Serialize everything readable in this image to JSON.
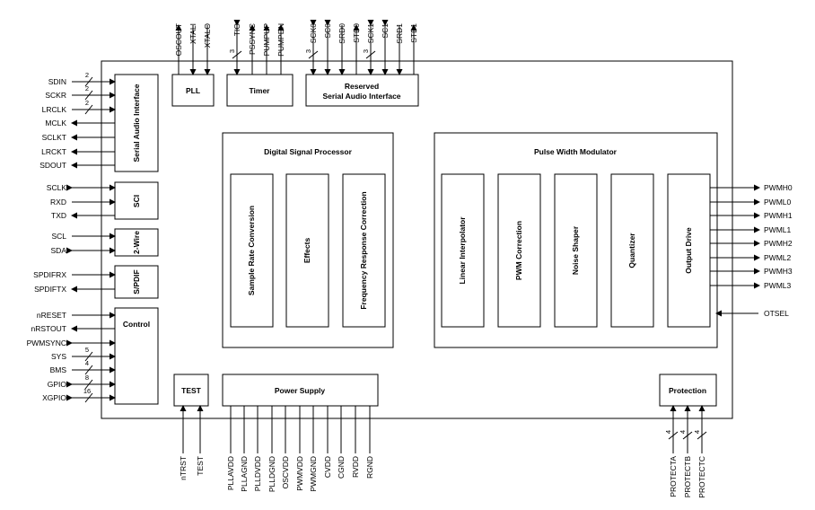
{
  "chip": {
    "pll": "PLL",
    "timer": "Timer",
    "reserved": [
      "Reserved",
      "Serial Audio Interface"
    ],
    "sai": "Serial Audio Interface",
    "sci": "SCI",
    "twowire": "2-Wire",
    "spdif": "S/PDIF",
    "control": "Control",
    "test": "TEST",
    "power": "Power Supply",
    "protection": "Protection",
    "dsp": {
      "title": "Digital Signal Processor",
      "blocks": [
        "Sample Rate Conversion",
        "Effects",
        "Frequency Response Correction"
      ]
    },
    "pwm": {
      "title": "Pulse Width Modulator",
      "blocks": [
        "Linear Interpolator",
        "PWM Correction",
        "Noise Shaper",
        "Quantizer",
        "Output Drive"
      ]
    }
  },
  "pins": {
    "top_pll": [
      "OSCOUT",
      "XTALI",
      "XTALO"
    ],
    "top_timer": [
      "TIO",
      "PSSYNC",
      "PUMPUP",
      "PUMPDN"
    ],
    "top_reserved": [
      "SCK0",
      "SC0",
      "SRD0",
      "STD0",
      "SCK1",
      "SC1",
      "SRD1",
      "STD1"
    ],
    "left_sai": [
      "SDIN",
      "SCKR",
      "LRCLK",
      "MCLK",
      "SCLKT",
      "LRCKT",
      "SDOUT"
    ],
    "left_sci": [
      "SCLK",
      "RXD",
      "TXD"
    ],
    "left_twowire": [
      "SCL",
      "SDA"
    ],
    "left_spdif": [
      "SPDIFRX",
      "SPDIFTX"
    ],
    "left_control": [
      "nRESET",
      "nRSTOUT",
      "PWMSYNC",
      "SYS",
      "BMS",
      "GPIO",
      "XGPIO"
    ],
    "right_pwm": [
      "PWMH0",
      "PWML0",
      "PWMH1",
      "PWML1",
      "PWMH2",
      "PWML2",
      "PWMH3",
      "PWML3"
    ],
    "right_otsel": "OTSEL",
    "bottom_test": [
      "nTRST",
      "TEST"
    ],
    "bottom_power": [
      "PLLAVDD",
      "PLLAGND",
      "PLLDVDD",
      "PLLDGND",
      "OSCVDD",
      "PWMVDD",
      "PWMGND",
      "CVDD",
      "CGND",
      "RVDD",
      "RGND"
    ],
    "bottom_protection": [
      "PROTECTA",
      "PROTECTB",
      "PROTECTC"
    ]
  },
  "bus_widths": {
    "tio": "3",
    "sck0": "3",
    "sck1": "3",
    "sdin": "2",
    "sckr": "2",
    "lrclk": "2",
    "sys": "5",
    "bms": "4",
    "gpio": "8",
    "xgpio": "16",
    "protecta": "4",
    "protectb": "4",
    "protectc": "4"
  }
}
